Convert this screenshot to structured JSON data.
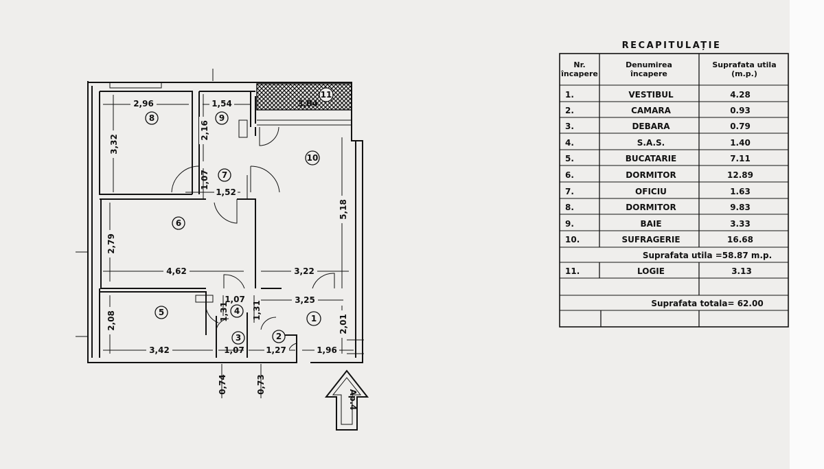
{
  "floor_plan": {
    "dimensions": {
      "d_2_96": "2,96",
      "d_1_54": "1,54",
      "d_3_04": "3,04",
      "d_3_32": "3,32",
      "d_2_16": "2,16",
      "d_1_07_a": "1,07",
      "d_1_52": "1,52",
      "d_5_18": "5,18",
      "d_2_79": "2,79",
      "d_4_62": "4,62",
      "d_3_22": "3,22",
      "d_1_07_b": "1,07",
      "d_3_25": "3,25",
      "d_1_31_a": "1,31",
      "d_1_31_b": "1,31",
      "d_2_08": "2,08",
      "d_2_01": "2,01",
      "d_3_42": "3,42",
      "d_1_07_c": "1,07",
      "d_1_27": "1,27",
      "d_1_96": "1,96",
      "d_0_74": "0,74",
      "d_0_73": "0,73"
    },
    "rooms": {
      "r1": "1",
      "r2": "2",
      "r3": "3",
      "r4": "4",
      "r5": "5",
      "r6": "6",
      "r7": "7",
      "r8": "8",
      "r9": "9",
      "r10": "10",
      "r11": "11"
    },
    "entrance_label": "Ap.4"
  },
  "table": {
    "title": "RECAPITULAȚIE",
    "headers": {
      "nr_line1": "Nr.",
      "nr_line2": "încapere",
      "name_line1": "Denumirea",
      "name_line2": "încapere",
      "area_line1": "Suprafata utila",
      "area_line2": "(m.p.)"
    },
    "rows": [
      {
        "nr": "1.",
        "name": "VESTIBUL",
        "area": "4.28"
      },
      {
        "nr": "2.",
        "name": "CAMARA",
        "area": "0.93"
      },
      {
        "nr": "3.",
        "name": "DEBARA",
        "area": "0.79"
      },
      {
        "nr": "4.",
        "name": "S.A.S.",
        "area": "1.40"
      },
      {
        "nr": "5.",
        "name": "BUCATARIE",
        "area": "7.11"
      },
      {
        "nr": "6.",
        "name": "DORMITOR",
        "area": "12.89"
      },
      {
        "nr": "7.",
        "name": "OFICIU",
        "area": "1.63"
      },
      {
        "nr": "8.",
        "name": "DORMITOR",
        "area": "9.83"
      },
      {
        "nr": "9.",
        "name": "BAIE",
        "area": "3.33"
      },
      {
        "nr": "10.",
        "name": "SUFRAGERIE",
        "area": "16.68"
      }
    ],
    "useful_area_total": "Suprafata utila =58.87 m.p.",
    "logia_row": {
      "nr": "11.",
      "name": "LOGIE",
      "area": "3.13"
    },
    "built_total": "Suprafata totala= 62.00"
  }
}
